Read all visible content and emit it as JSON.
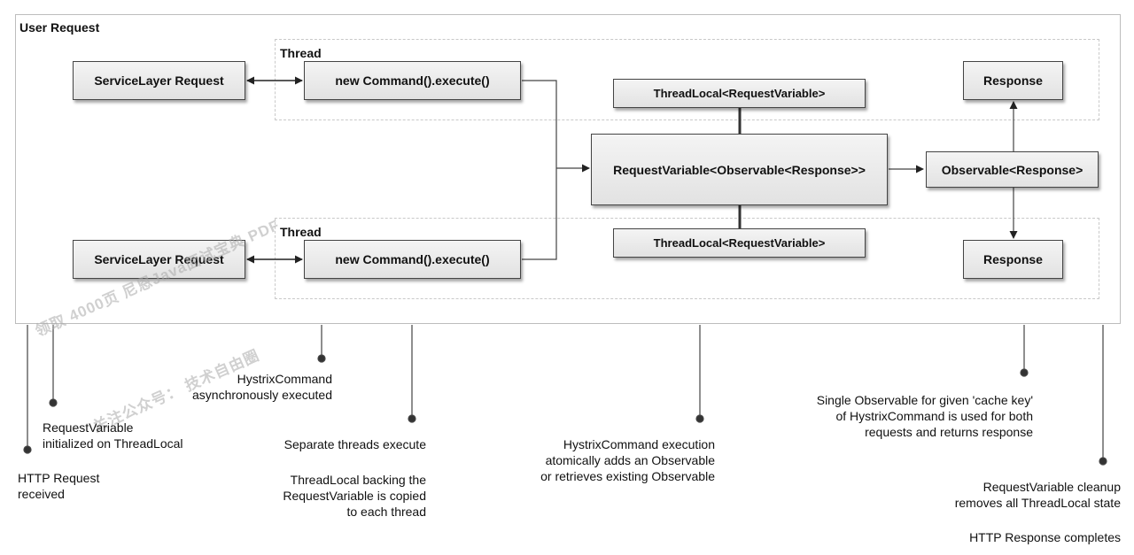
{
  "outer_label": "User Request",
  "thread_label_top": "Thread",
  "thread_label_bottom": "Thread",
  "boxes": {
    "service_top": "ServiceLayer Request",
    "command_top": "new Command().execute()",
    "service_bottom": "ServiceLayer Request",
    "command_bottom": "new Command().execute()",
    "threadlocal_top": "ThreadLocal<RequestVariable>",
    "threadlocal_bottom": "ThreadLocal<RequestVariable>",
    "request_variable": "RequestVariable<Observable<Response>>",
    "observable": "Observable<Response>",
    "response_top": "Response",
    "response_bottom": "Response"
  },
  "notes": {
    "http_request": [
      "HTTP Request",
      "received"
    ],
    "request_variable_init": [
      "RequestVariable",
      "initialized on ThreadLocal"
    ],
    "async_exec": [
      "HystrixCommand",
      "asynchronously executed"
    ],
    "separate_threads": [
      "Separate threads execute"
    ],
    "threadlocal_copy": [
      "ThreadLocal backing the",
      "RequestVariable is copied",
      "to each thread"
    ],
    "atomic_add": [
      "HystrixCommand execution",
      "atomically adds an Observable",
      "or retrieves existing Observable"
    ],
    "single_observable": [
      "Single Observable for given 'cache key'",
      "of HystrixCommand is used for both",
      "requests and returns response"
    ],
    "cleanup": [
      "RequestVariable cleanup",
      "removes all ThreadLocal state"
    ],
    "response_completes": [
      "HTTP Response completes"
    ]
  },
  "watermark": {
    "line1": "领取 4000页 尼恩Java面试宝典 PDF",
    "line2": "关注公众号：  技术自由圈"
  }
}
